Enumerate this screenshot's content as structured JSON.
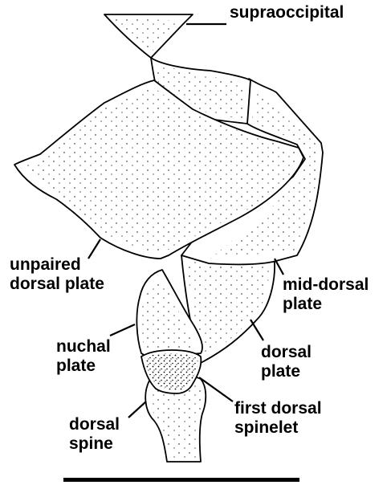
{
  "figure": {
    "labels": {
      "supraoccipital": "supraoccipital",
      "unpaired_dorsal_plate": [
        "unpaired",
        "dorsal plate"
      ],
      "mid_dorsal_plate": [
        "mid-dorsal",
        "plate"
      ],
      "nuchal_plate": [
        "nuchal",
        "plate"
      ],
      "dorsal_plate": [
        "dorsal",
        "plate"
      ],
      "dorsal_spine": [
        "dorsal",
        "spine"
      ],
      "first_dorsal_spinelet": [
        "first dorsal",
        "spinelet"
      ]
    },
    "colors": {
      "ink": "#000000",
      "paper": "#ffffff"
    }
  }
}
